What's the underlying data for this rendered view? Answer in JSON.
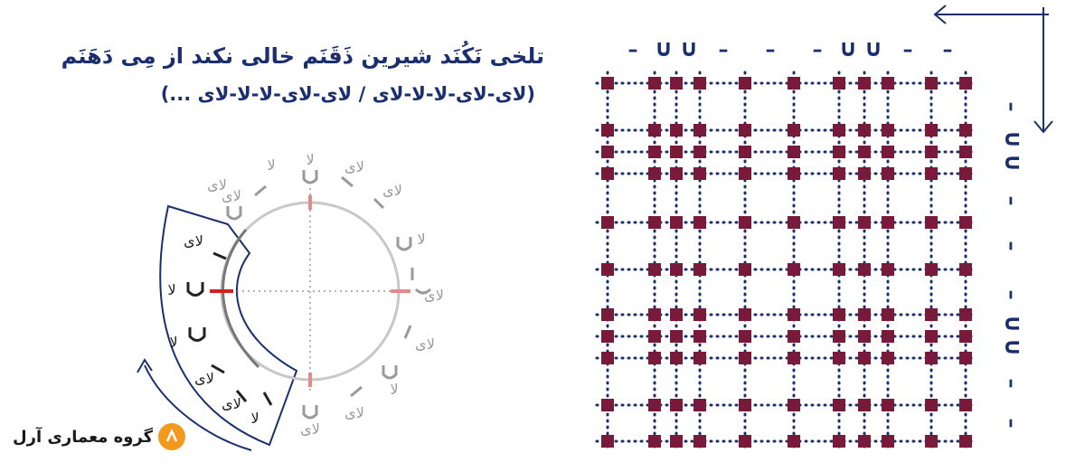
{
  "header": {
    "title": "تلخی نَکُنَد شیرین ذَقَنَم خالی نکند از مِی دَهَنَم",
    "meter": "(لای-لای-لا-لا-لای / لای-لای-لا-لا-لای ...)"
  },
  "circle": {
    "labels": [
      "لا",
      "لای",
      "لای",
      "لا",
      "لای",
      "لای",
      "لا",
      "لای",
      "لای",
      "لا",
      "لای",
      "لای"
    ],
    "highlighted_labels": [
      "لای",
      "لا",
      "لا",
      "لای",
      "لای",
      "لا"
    ]
  },
  "grid": {
    "top_marks": [
      "–",
      "∪",
      "∪",
      "–",
      "–",
      "–",
      "∪",
      "∪",
      "–",
      "–"
    ],
    "side_marks": [
      "–",
      "∪",
      "∪",
      "–",
      "–",
      "–",
      "∪",
      "∪",
      "–",
      "–"
    ]
  },
  "logo": {
    "text": "گروه معماری آرل"
  },
  "colors": {
    "navy": "#1b2f6e",
    "maroon": "#7a1a3a",
    "red": "#e58a8a",
    "grey": "#9a9a9a"
  }
}
